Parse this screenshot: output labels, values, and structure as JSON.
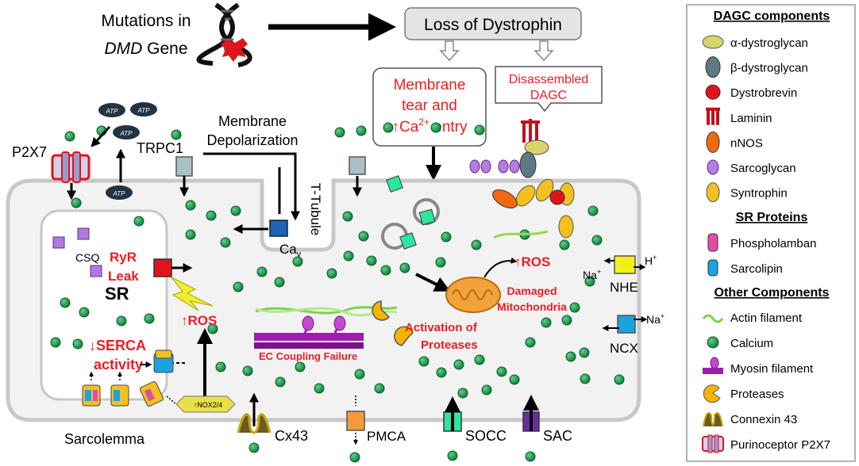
{
  "header": {
    "mutations_line1": "Mutations in",
    "mutations_line2_italic": "DMD",
    "mutations_line2_rest": " Gene",
    "loss": "Loss of Dystrophin"
  },
  "callouts": {
    "membrane_l1": "Membrane",
    "membrane_l2": "tear and",
    "membrane_l3_arrow": "↑Ca",
    "membrane_l3_sup": "2+",
    "membrane_l3_end": " entry",
    "disassembled_l1": "Disassembled",
    "disassembled_l2": "DAGC"
  },
  "cell_labels": {
    "membrane_depol_l1": "Membrane",
    "membrane_depol_l2": "Depolarization",
    "trpc1": "TRPC1",
    "p2x7": "P2X7",
    "atp": "ATP",
    "t_tubule": "T-Tubule",
    "cav": "Ca",
    "cav_sub": "v",
    "csq": "CSQ",
    "sr": "SR",
    "ryr_l1": "RyR",
    "ryr_l2": "Leak",
    "ros_left": "↑ROS",
    "serca_l1": "↓SERCA",
    "serca_l2": "activity",
    "nox": "NOX2/4",
    "sarcolemma": "Sarcolemma",
    "cx43": "Cx43",
    "pmca": "PMCA",
    "socc": "SOCC",
    "sac": "SAC",
    "ec_coupling": "EC Coupling  Failure",
    "activation_l1": "Activation of",
    "activation_l2": "Proteases",
    "ros_mito": "↑ROS",
    "damaged_l1": "Damaged",
    "damaged_l2": "Mitochondria",
    "nhe": "NHE",
    "nhe_na": "Na",
    "nhe_h": "H",
    "ncx": "NCX",
    "ncx_na": "Na"
  },
  "legend": {
    "title_dagc": "DAGC components",
    "dagc_items": [
      "α-dystroglycan",
      "β-dystroglycan",
      "Dystrobrevin",
      "Laminin",
      "nNOS",
      "Sarcoglycan",
      "Syntrophin"
    ],
    "title_sr": "SR Proteins",
    "sr_items": [
      "Phospholamban",
      "Sarcolipin"
    ],
    "title_other": "Other Components",
    "other_items": [
      "Actin filament",
      "Calcium",
      "Myosin filament",
      "Proteases",
      "Connexin 43",
      "Purinoceptor P2X7"
    ]
  },
  "colors": {
    "calcium": "#1a9c4c",
    "cell_fill": "#f2f2f2",
    "red_text": "#ee1c25",
    "myosin": "#9b1fa8",
    "protease": "#f4b400",
    "trpc1": "#a9c0c6",
    "cav": "#1f63b5",
    "ryr": "#e0141c",
    "nhe": "#f5ef18",
    "ncx": "#1aa3e0",
    "socc": "#2ee6a0",
    "sac": "#6a2ea0",
    "pmca": "#f59a3a"
  }
}
